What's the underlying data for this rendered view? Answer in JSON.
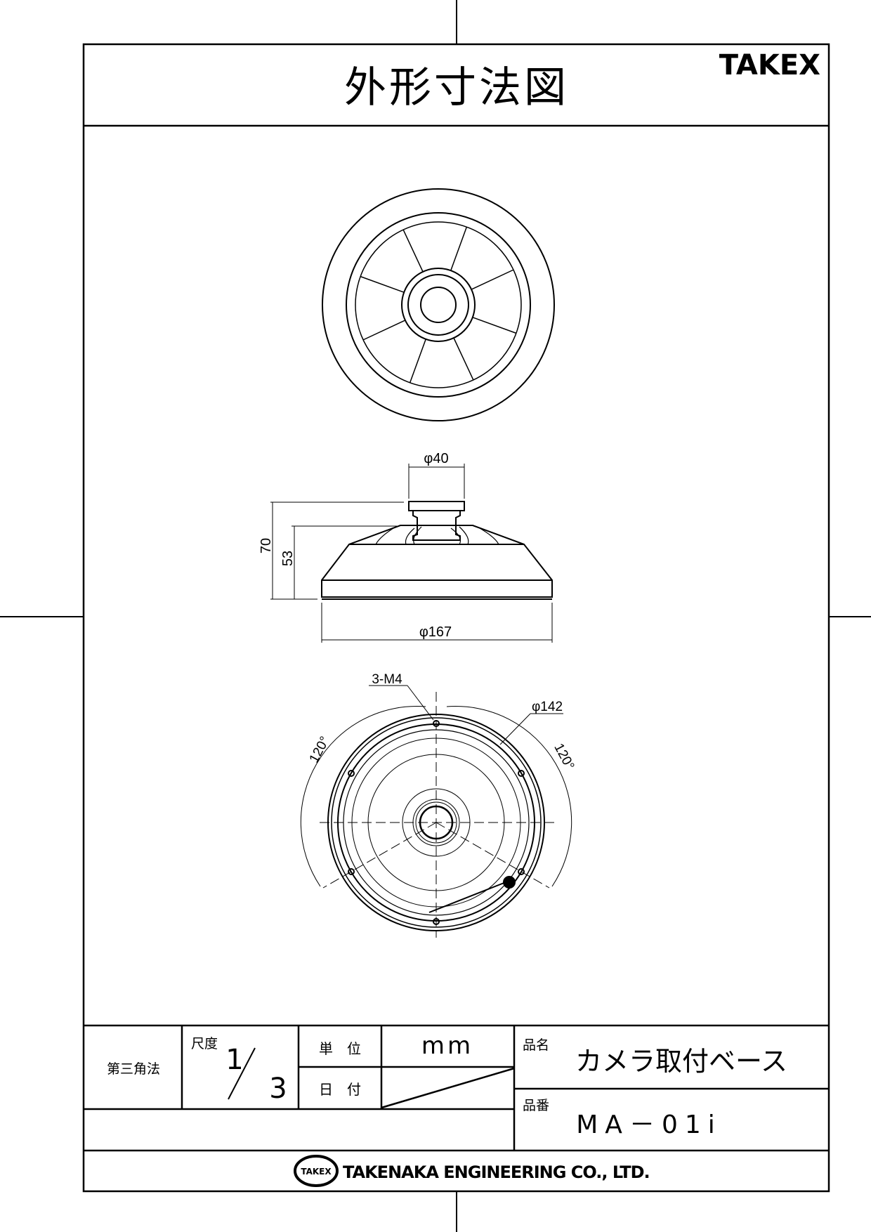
{
  "header": {
    "title": "外形寸法図",
    "brand": "TAKEX"
  },
  "dimensions": {
    "top_dia": "φ40",
    "height_total": "70",
    "height_body": "53",
    "base_dia": "φ167",
    "screw": "3-M4",
    "hole_pcd": "φ142",
    "angle_left": "120°",
    "angle_right": "120°"
  },
  "title_block": {
    "projection": "第三角法",
    "scale_label": "尺度",
    "scale_num": "1",
    "scale_den": "3",
    "unit_label": "単　位",
    "unit_value": "mm",
    "date_label": "日　付",
    "name_label": "品名",
    "name_value": "カメラ取付ベース",
    "code_label": "品番",
    "code_value": "MA－01i",
    "logo_text": "TAKEX",
    "company": "TAKENAKA ENGINEERING CO., LTD."
  }
}
